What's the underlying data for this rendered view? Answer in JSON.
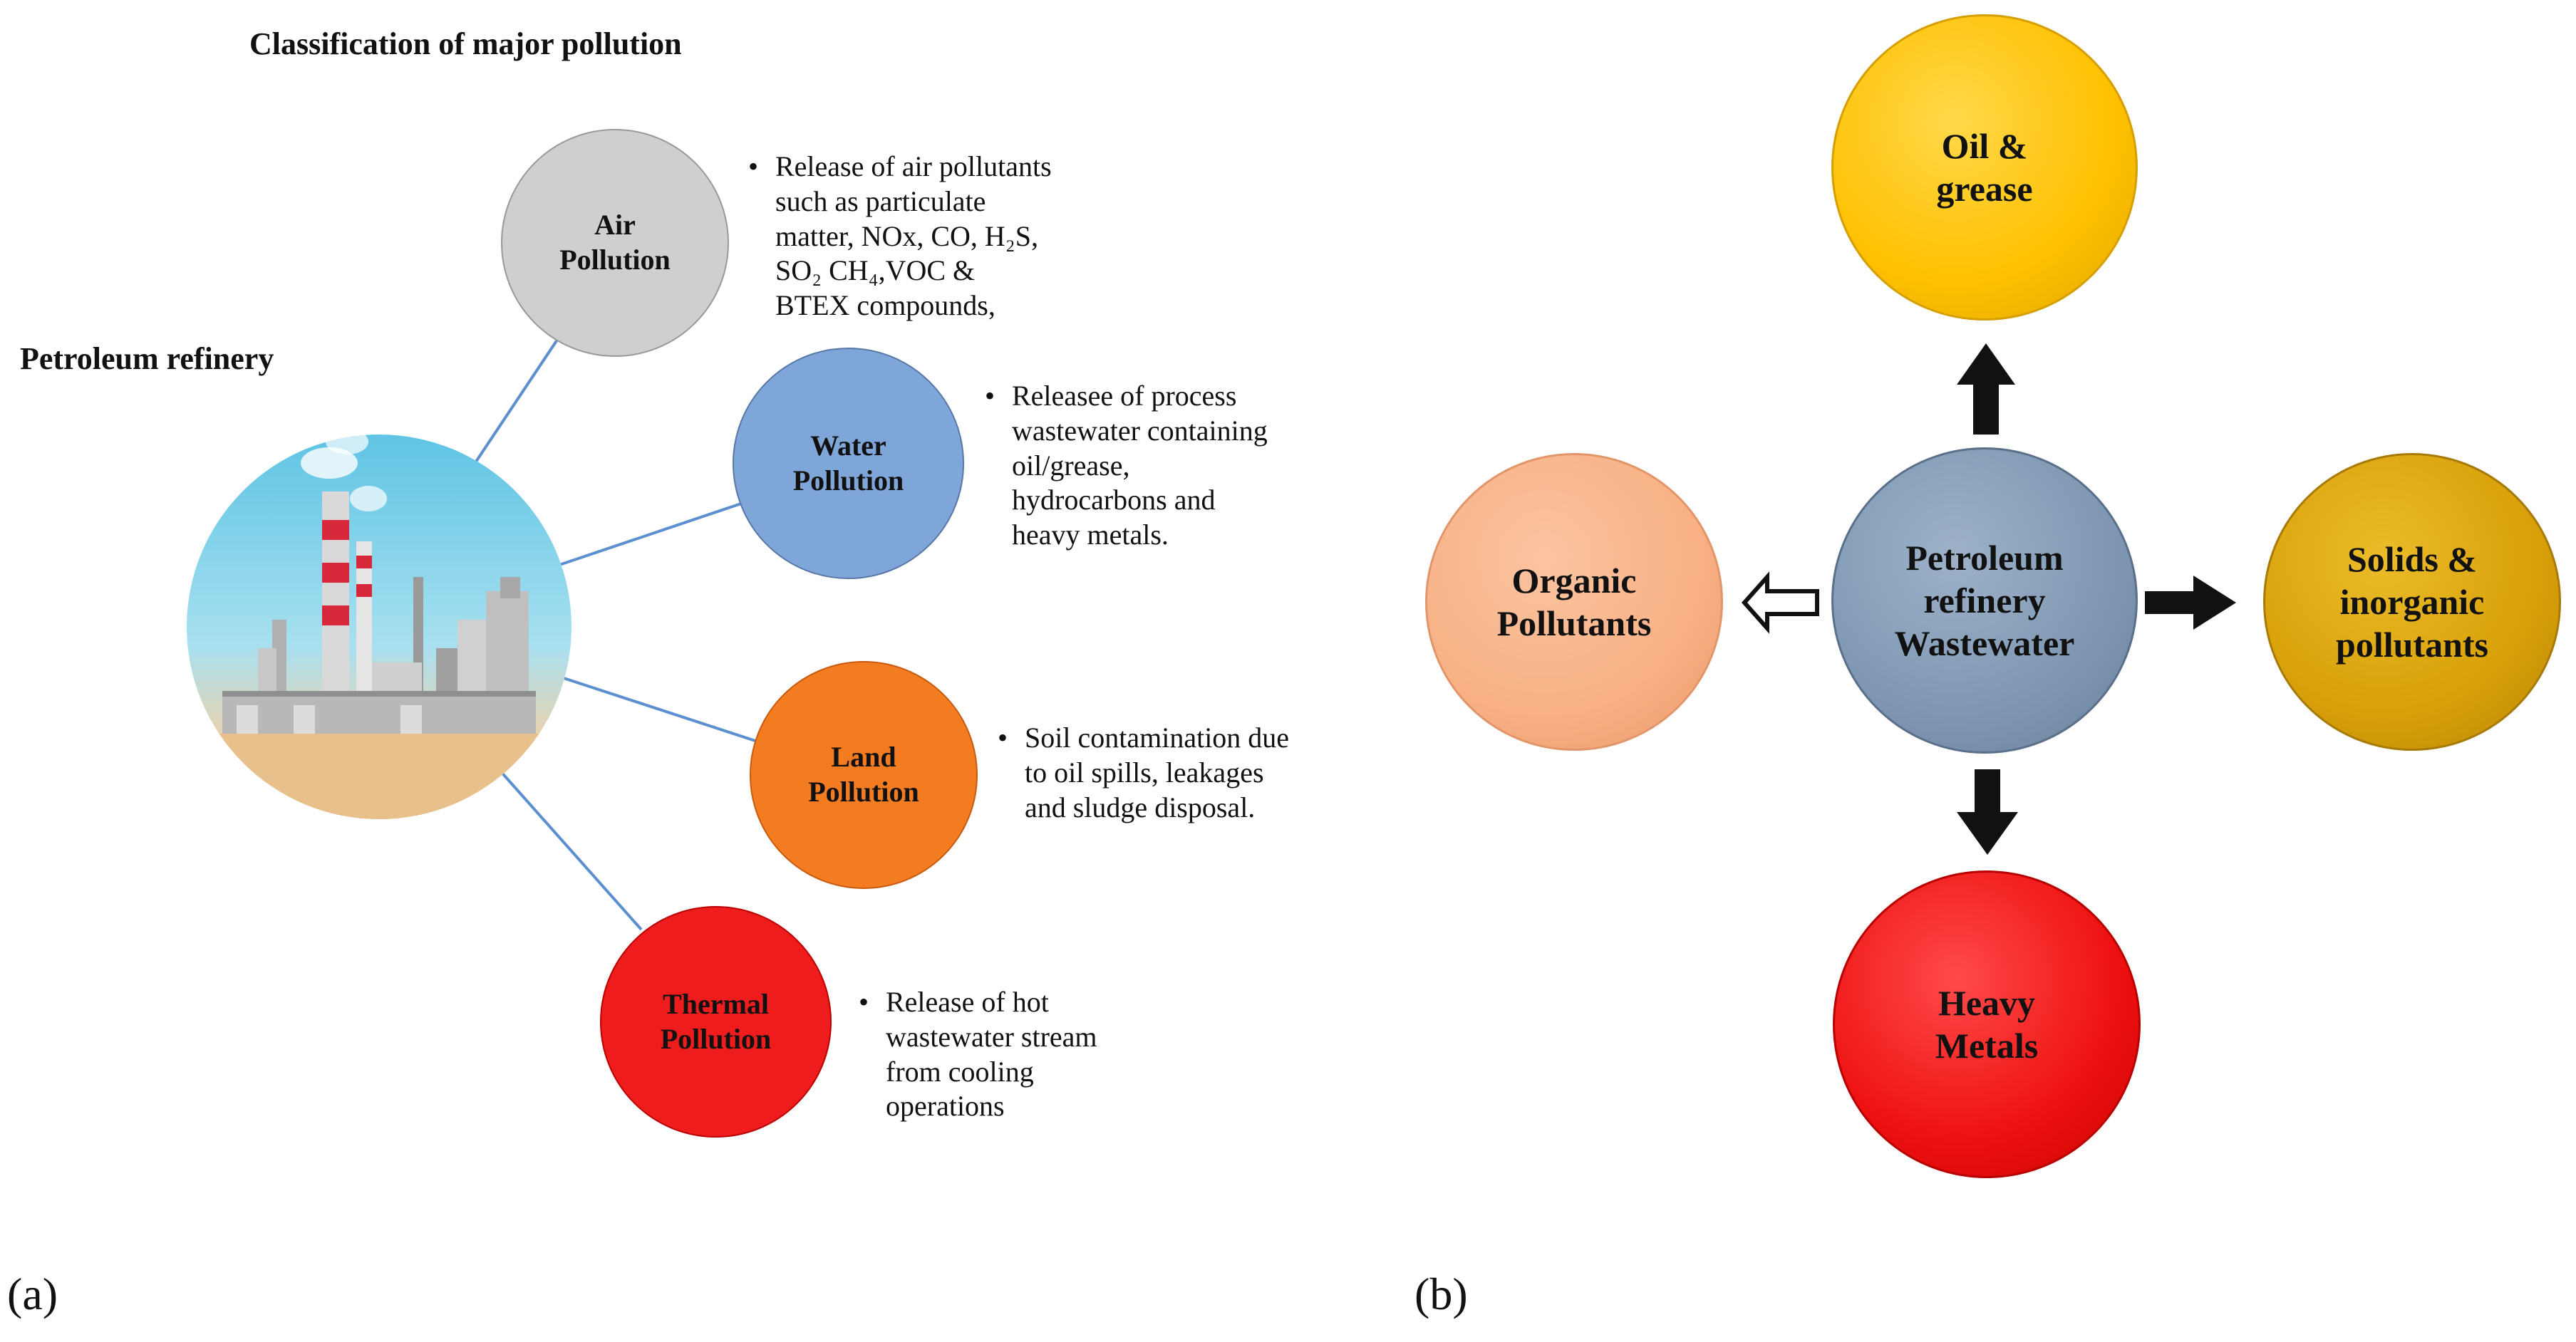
{
  "panel_a": {
    "title": "Classification of major pollution",
    "source_label": "Petroleum refinery",
    "categories": [
      {
        "label": "Air\nPollution",
        "color": "#cfcfcf",
        "description": "Release of air pollutants\nsuch as particulate\nmatter, NOx, CO, H₂S,\nSO₂ CH₄,VOC &\nBTEX compounds,"
      },
      {
        "label": "Water\nPollution",
        "color": "#7fa6d9",
        "description": "Releasee of process\nwastewater containing\noil/grease,\nhydrocarbons and\nheavy metals."
      },
      {
        "label": "Land\nPollution",
        "color": "#f47c20",
        "description": "Soil contamination due\nto oil spills, leakages\nand sludge disposal."
      },
      {
        "label": "Thermal\nPollution",
        "color": "#ee1c1c",
        "description": "Release of hot\nwastewater stream\nfrom cooling\noperations"
      }
    ],
    "panel_label": "(a)"
  },
  "panel_b": {
    "center": {
      "label": "Petroleum\nrefinery\nWastewater",
      "color": "#7f97b2"
    },
    "nodes": [
      {
        "label": "Oil &\ngrease",
        "color": "#ffc000",
        "direction": "top"
      },
      {
        "label": "Solids &\ninorganic\npollutants",
        "color": "#d8a008",
        "direction": "right"
      },
      {
        "label": "Heavy\nMetals",
        "color": "#ee1111",
        "direction": "bottom"
      },
      {
        "label": "Organic\nPollutants",
        "color": "#f8b084",
        "direction": "left"
      }
    ],
    "panel_label": "(b)"
  }
}
